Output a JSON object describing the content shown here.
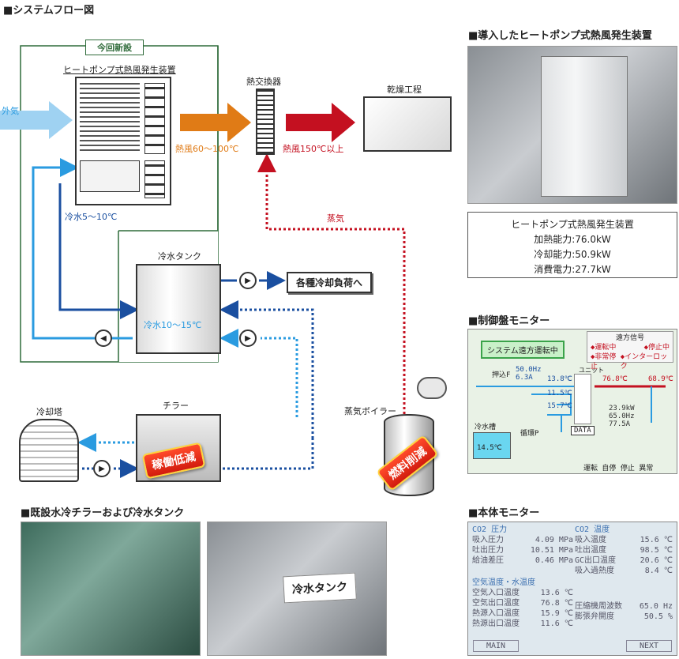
{
  "titles": {
    "flow": "■システムフロー図",
    "hp_photo": "■導入したヒートポンプ式熱風発生装置",
    "control": "■制御盤モニター",
    "chiller_photo": "■既設水冷チラーおよび冷水タンク",
    "unit_monitor": "■本体モニター"
  },
  "flow": {
    "new_install": "今回新設",
    "hp_unit": "ヒートポンプ式熱風発生装置",
    "outside_air": "外気",
    "hot_air": "熱風60〜100℃",
    "exchanger": "熱交換器",
    "drying": "乾燥工程",
    "hot_air_150": "熱風150℃以上",
    "steam": "蒸気",
    "cold_water_5_10": "冷水5〜10℃",
    "tank": "冷水タンク",
    "tank_water": "冷水10〜15℃",
    "loads": "各種冷却負荷へ",
    "cooling_tower": "冷却塔",
    "chiller": "チラー",
    "boiler": "蒸気ボイラー",
    "tag_op": "稼働低減",
    "tag_fuel": "燃料削減"
  },
  "spec": {
    "title": "ヒートポンプ式熱風発生装置",
    "heat": "加熱能力:76.0kW",
    "cool": "冷却能力:50.9kW",
    "power": "消費電力:27.7kW"
  },
  "control": {
    "remote_btn": "システム遠方運転中",
    "signal_title": "遠方信号",
    "sig1": "運転中",
    "sig2": "停止中",
    "sig3": "非常停止",
    "sig4": "インターロック",
    "v_hz": "50.0Hz",
    "v_a": "6.3A",
    "t1": "13.8℃",
    "t2": "11.5℃",
    "t3": "15.7℃",
    "t4": "76.8℃",
    "t5": "68.9℃",
    "v_kw": "23.9kW",
    "v_hz2": "65.0Hz",
    "v_a2": "77.5A",
    "tank": "冷水槽",
    "tank_t": "14.5℃",
    "data_btn": "DATA",
    "legend": "運転 自停 停止 異常",
    "pump1": "押込F",
    "pump2": "循環P",
    "unit": "ユニット"
  },
  "unit_mon": {
    "h1": "CO2 圧力",
    "h2": "CO2 温度",
    "h3": "空気温度・水温度",
    "rows_left": [
      [
        "吸入圧力",
        "4.09 MPa"
      ],
      [
        "吐出圧力",
        "10.51 MPa"
      ],
      [
        "給油差圧",
        "0.46 MPa"
      ]
    ],
    "rows_right": [
      [
        "吸入温度",
        "15.6 ℃"
      ],
      [
        "吐出温度",
        "98.5 ℃"
      ],
      [
        "GC出口温度",
        "20.6 ℃"
      ],
      [
        "吸入過熱度",
        "8.4 ℃"
      ]
    ],
    "rows_air": [
      [
        "空気入口温度",
        "13.6 ℃"
      ],
      [
        "空気出口温度",
        "76.8 ℃"
      ],
      [
        "熱源入口温度",
        "15.9 ℃"
      ],
      [
        "熱源出口温度",
        "11.6 ℃"
      ]
    ],
    "rows_comp": [
      [
        "圧縮機周波数",
        "65.0 Hz"
      ],
      [
        "膨張弁開度",
        "50.5 %"
      ]
    ],
    "main_btn": "MAIN",
    "next_btn": "NEXT"
  },
  "photo_tank_label": "冷水タンク"
}
